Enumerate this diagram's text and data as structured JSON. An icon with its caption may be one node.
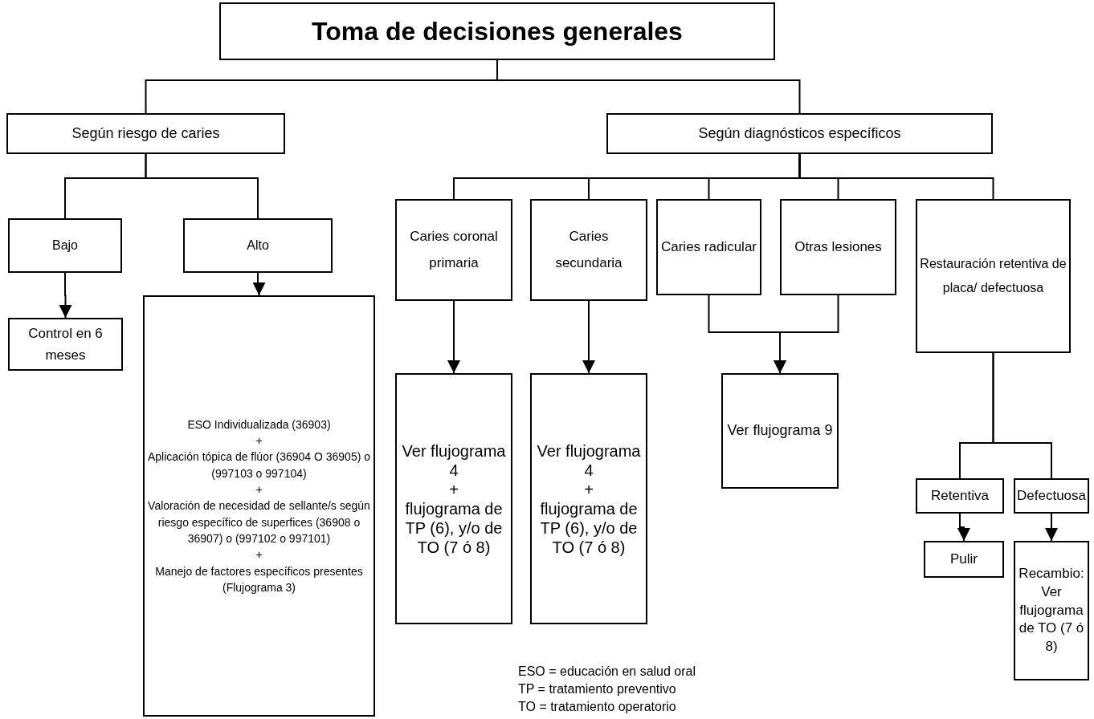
{
  "diagram": {
    "nodes": [
      {
        "text": [
          "Toma de decisiones generales"
        ]
      },
      {
        "text": [
          "Según riesgo de caries"
        ]
      },
      {
        "text": [
          "Según diagnósticos específicos"
        ]
      },
      {
        "text": [
          "Bajo"
        ]
      },
      {
        "text": [
          "Alto"
        ]
      },
      {
        "text": [
          "Caries coronal primaria"
        ]
      },
      {
        "text": [
          "Caries secundaria"
        ]
      },
      {
        "text": [
          "Caries radicular"
        ]
      },
      {
        "text": [
          "Otras lesiones"
        ]
      },
      {
        "text": [
          "Restauración retentiva de placa/ defectuosa"
        ]
      },
      {
        "text": [
          "Control en 6 meses"
        ]
      },
      {
        "text": [
          "ESO Individualizada (36903)",
          "+",
          "Aplicación tópica de flúor (36904 O 36905) o (997103 o 997104)",
          "+",
          "Valoración de necesidad de sellante/s según riesgo específico de superfices (36908 o 36907) o (997102 o 997101)",
          "+",
          "Manejo de factores específicos presentes",
          "(Flujograma 3)"
        ]
      },
      {
        "text": [
          "Ver flujograma 4",
          "+",
          "flujograma de TP (6), y/o de TO (7 ó 8)"
        ]
      },
      {
        "text": [
          "Ver flujograma 4",
          "+",
          "flujograma de TP (6), y/o de TO (7 ó 8)"
        ]
      },
      {
        "text": [
          "Ver flujograma 9"
        ]
      },
      {
        "text": [
          "Retentiva"
        ]
      },
      {
        "text": [
          "Defectuosa"
        ]
      },
      {
        "text": [
          "Pulir"
        ]
      },
      {
        "text": [
          "Recambio: Ver flujograma de TO (7 ó 8)"
        ]
      }
    ],
    "edges": [
      {
        "from": 0,
        "to": 1,
        "arrow": "none"
      },
      {
        "from": 0,
        "to": 2,
        "arrow": "none"
      },
      {
        "from": 1,
        "to": 3,
        "arrow": "none"
      },
      {
        "from": 1,
        "to": 4,
        "arrow": "none"
      },
      {
        "from": 2,
        "to": 5,
        "arrow": "none"
      },
      {
        "from": 2,
        "to": 6,
        "arrow": "none"
      },
      {
        "from": 2,
        "to": 7,
        "arrow": "none"
      },
      {
        "from": 2,
        "to": 8,
        "arrow": "none"
      },
      {
        "from": 2,
        "to": 9,
        "arrow": "none"
      },
      {
        "from": 3,
        "to": 10,
        "arrow": "to"
      },
      {
        "from": 4,
        "to": 11,
        "arrow": "to"
      },
      {
        "from": 5,
        "to": 12,
        "arrow": "to"
      },
      {
        "from": 6,
        "to": 13,
        "arrow": "to"
      },
      {
        "from": 7,
        "to": 14,
        "arrow": "to"
      },
      {
        "from": 8,
        "to": 14,
        "arrow": "to"
      },
      {
        "from": 9,
        "to": 15,
        "arrow": "none"
      },
      {
        "from": 9,
        "to": 16,
        "arrow": "none"
      },
      {
        "from": 15,
        "to": 17,
        "arrow": "to"
      },
      {
        "from": 16,
        "to": 18,
        "arrow": "to"
      }
    ],
    "labels": [
      "ESO = educación en salud oral",
      "TP = tratamiento preventivo",
      "TO = tratamiento operatorio"
    ]
  }
}
